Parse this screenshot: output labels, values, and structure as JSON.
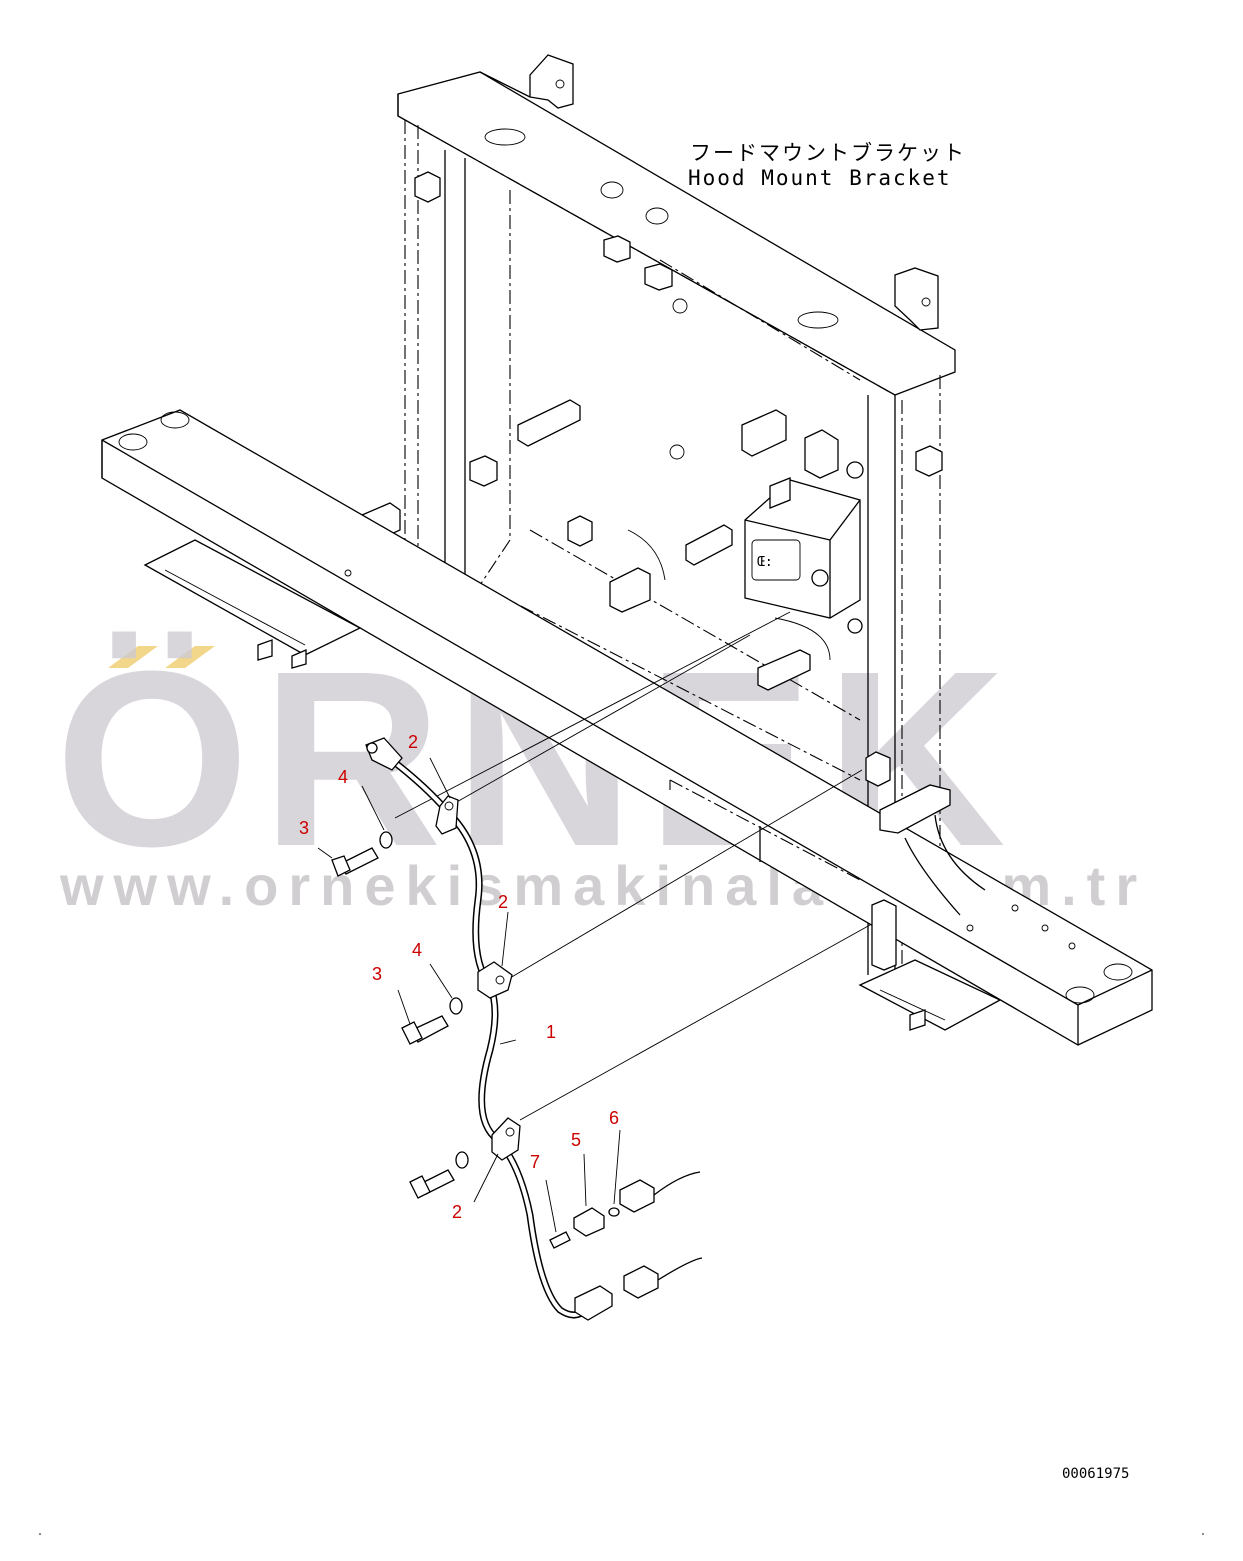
{
  "diagram": {
    "title_jp": "フードマウントブラケット",
    "title_en": "Hood Mount Bracket",
    "document_number": "00061975",
    "callout_color": "#cc0000",
    "callouts": [
      {
        "id": "c2a",
        "text": "2"
      },
      {
        "id": "c4a",
        "text": "4"
      },
      {
        "id": "c3a",
        "text": "3"
      },
      {
        "id": "c2b",
        "text": "2"
      },
      {
        "id": "c4b",
        "text": "4"
      },
      {
        "id": "c3b",
        "text": "3"
      },
      {
        "id": "c1",
        "text": "1"
      },
      {
        "id": "c6",
        "text": "6"
      },
      {
        "id": "c5",
        "text": "5"
      },
      {
        "id": "c7",
        "text": "7"
      },
      {
        "id": "c2c",
        "text": "2"
      }
    ]
  },
  "watermark": {
    "brand": "ÖRNEK",
    "url": "www.ornekismakinalari.com.tr",
    "accent_color": "#f2d68a",
    "color": "#cfcbd3"
  }
}
